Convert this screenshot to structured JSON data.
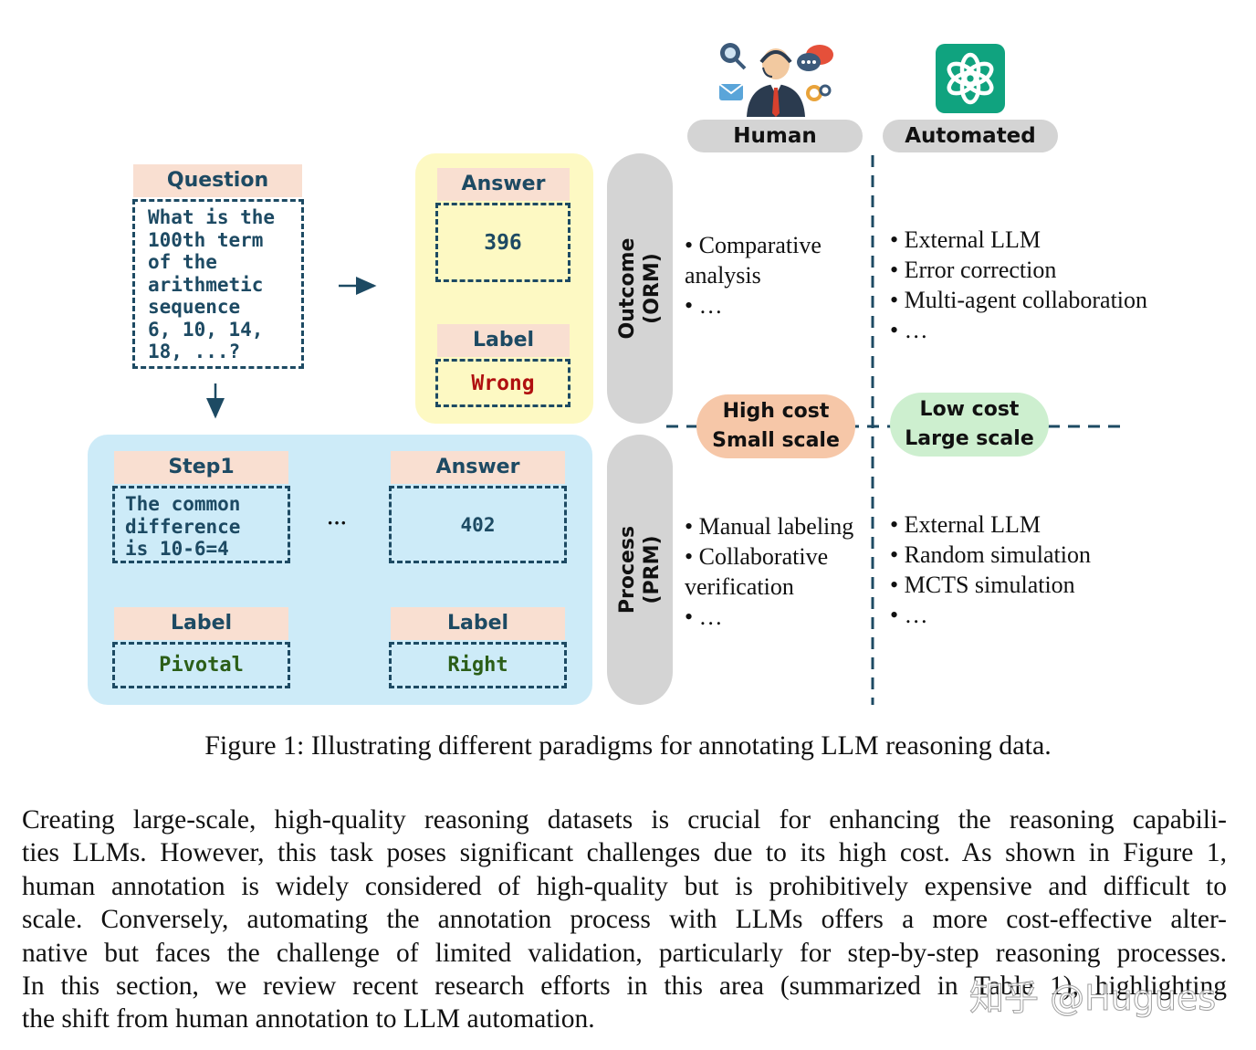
{
  "figure": {
    "columns": {
      "human_label": "Human",
      "automated_label": "Automated"
    },
    "orm": {
      "question_header": "Question",
      "question_lines": [
        "What is the",
        "100th term",
        "of the",
        "arithmetic",
        "sequence",
        "6, 10, 14,",
        "18, ...?"
      ],
      "answer_header": "Answer",
      "answer_value": "396",
      "label_header": "Label",
      "label_value": "Wrong",
      "side_label_line1": "Outcome",
      "side_label_line2": "(ORM)"
    },
    "prm": {
      "step_header": "Step1",
      "step_lines": [
        "The common",
        "difference",
        "is 10-6=4"
      ],
      "ellipsis": "···",
      "answer_header": "Answer",
      "answer_value": "402",
      "label_header_1": "Label",
      "label_value_1": "Pivotal",
      "label_header_2": "Label",
      "label_value_2": "Right",
      "side_label_line1": "Process",
      "side_label_line2": "(PRM)"
    },
    "human_orm_bullets": [
      "• Comparative",
      "analysis",
      "• …"
    ],
    "automated_orm_bullets": [
      "• External LLM",
      "• Error correction",
      "• Multi-agent collaboration",
      "• …"
    ],
    "human_prm_bullets": [
      "• Manual labeling",
      "• Collaborative",
      "verification",
      "• …"
    ],
    "automated_prm_bullets": [
      "• External LLM",
      "• Random simulation",
      "• MCTS simulation",
      "• …"
    ],
    "cost_human": {
      "line1": "High cost",
      "line2": "Small scale"
    },
    "cost_automated": {
      "line1": "Low cost",
      "line2": "Large scale"
    },
    "icons": {
      "human": "customer-service-agent-icon",
      "automated": "openai-logo-icon"
    },
    "colors": {
      "navy": "#1d4a63",
      "header_peach": "#f9dfd1",
      "orm_bg": "#fdf9c3",
      "prm_bg": "#cdebf8",
      "wrong_red": "#b01010",
      "right_green": "#2b5e18",
      "high_cost_bg": "#f6c7a8",
      "low_cost_bg": "#cdefcf",
      "openai_green": "#10a37f"
    },
    "caption": "Figure 1: Illustrating different paradigms for annotating LLM reasoning data."
  },
  "paragraph": {
    "lines": [
      "Creating large-scale, high-quality reasoning datasets is crucial for enhancing the reasoning capabili-",
      "ties LLMs. However, this task poses significant challenges due to its high cost. As shown in Figure 1,",
      "human annotation is widely considered of high-quality but is prohibitively expensive and difficult to",
      "scale. Conversely, automating the annotation process with LLMs offers a more cost-effective alter-",
      "native but faces the challenge of limited validation, particularly for step-by-step reasoning processes.",
      "In this section, we review recent research efforts in this area (summarized in Table 1), highlighting"
    ],
    "last_line": "the shift from human annotation to LLM automation."
  },
  "watermark": "知乎 @Hugues"
}
